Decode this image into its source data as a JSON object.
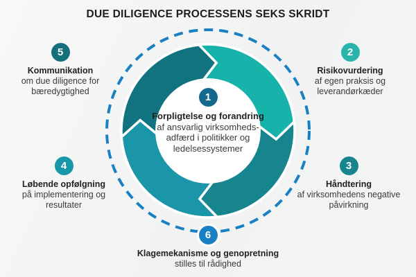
{
  "title": "DUE DILIGENCE PROCESSENS SEKS SKRIDT",
  "colors": {
    "dashed_circle": "#1a80c4",
    "background": "#f3f4f4",
    "text_dark": "#222222",
    "text_body": "#3a3a3a"
  },
  "ring": {
    "segments": [
      {
        "name": "top-right",
        "color": "#17b3ab"
      },
      {
        "name": "bottom-right",
        "color": "#17858e"
      },
      {
        "name": "bottom-left",
        "color": "#1b95a8"
      },
      {
        "name": "top-left",
        "color": "#11737f"
      }
    ]
  },
  "steps": [
    {
      "number": "1",
      "badge_color": "#15698e",
      "bold": "Forpligtelse og forandring",
      "rest": "af ansvarlig virksomheds-adfærd i politikker og ledelsessystemer"
    },
    {
      "number": "2",
      "badge_color": "#2ab4ab",
      "bold": "Risikovurdering",
      "rest": "af egen praksis og leverandørkæder"
    },
    {
      "number": "3",
      "badge_color": "#17858e",
      "bold": "Håndtering",
      "rest": "af virksomhedens negative påvirkning"
    },
    {
      "number": "4",
      "badge_color": "#1797a8",
      "bold": "Løbende opfølgning",
      "rest": "på implementering og resultater"
    },
    {
      "number": "5",
      "badge_color": "#15707c",
      "bold": "Kommunikation",
      "rest": "om due diligence for bæredygtighed"
    },
    {
      "number": "6",
      "badge_color": "#1a80c4",
      "bold": "Klagemekanisme og genopretning",
      "rest": "stilles til rådighed"
    }
  ]
}
